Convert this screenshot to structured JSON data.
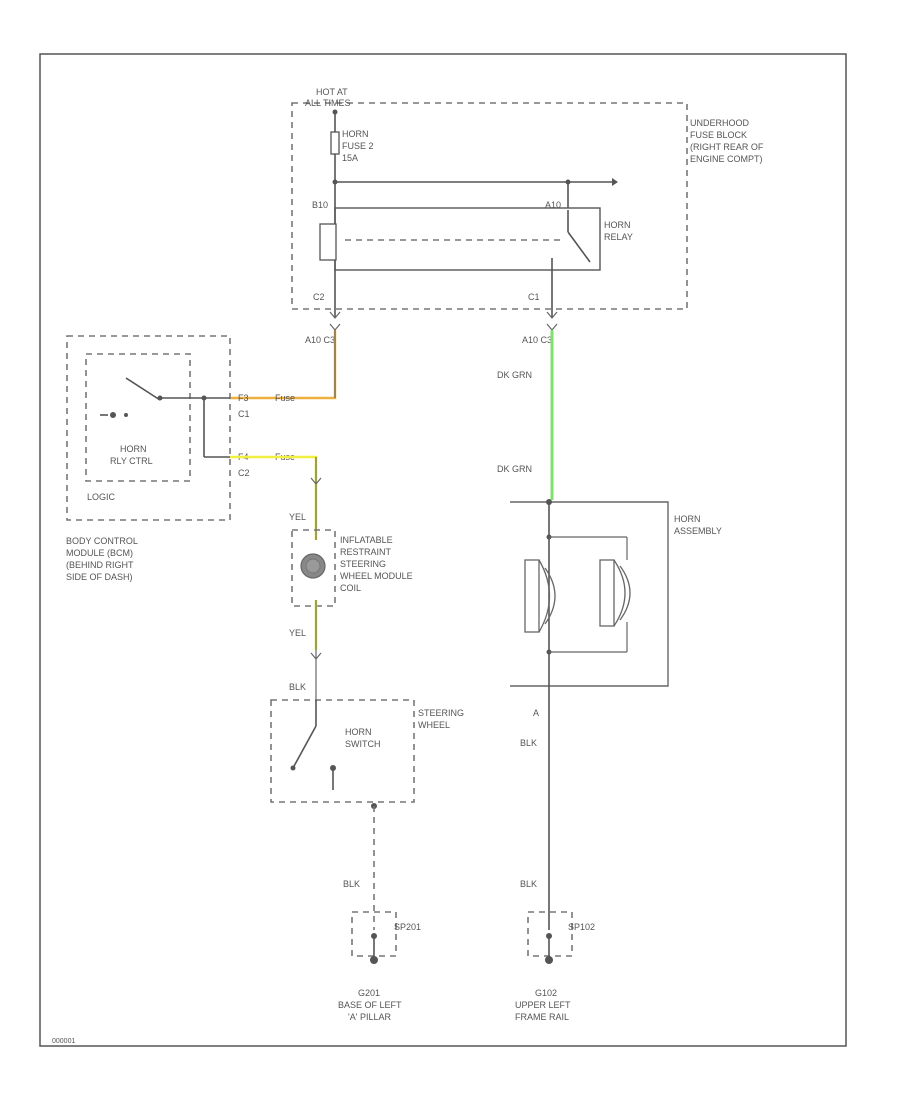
{
  "colors": {
    "wire": "#555555",
    "orange_wire": "#f0b040",
    "yellow_wire": "#f0f040",
    "green_wire": "#80e070",
    "border": "#555555"
  },
  "labels": {
    "hot_at_all_times": [
      "HOT AT",
      "ALL TIMES"
    ],
    "horn_fuse": [
      "HORN",
      "FUSE 2",
      "15A"
    ],
    "underhood_fuse_block": [
      "UNDERHOOD",
      "FUSE BLOCK",
      "(RIGHT REAR OF",
      "ENGINE COMPT)"
    ],
    "horn_relay": [
      "HORN",
      "RELAY"
    ],
    "relay_pin_left": "B10",
    "relay_pin_right": "A10",
    "c2_top": "C2",
    "c1_top": "C1",
    "conn_left": "A10  C3",
    "conn_right": "A10  C3",
    "dk_grn_1": "DK GRN",
    "dk_grn_2": "DK GRN",
    "bcm_pin1": "F3",
    "bcm_pin1_conn": "C1",
    "bcm_pin2": "F4",
    "bcm_pin2_conn": "C2",
    "wire_label_1": "Fuse",
    "wire_label_2": "Fuse",
    "horn_rly_ctrl": [
      "HORN",
      "RLY CTRL"
    ],
    "logic": "LOGIC",
    "bcm": [
      "BODY CONTROL",
      "MODULE (BCM)",
      "(BEHIND RIGHT",
      "SIDE OF DASH)"
    ],
    "yel_1": "YEL",
    "yel_2": "YEL",
    "inflatable": [
      "INFLATABLE",
      "RESTRAINT",
      "STEERING",
      "WHEEL MODULE",
      "COIL"
    ],
    "horn_assembly": [
      "HORN",
      "ASSEMBLY"
    ],
    "blk_steer": "BLK",
    "steering_wheel": [
      "STEERING",
      "WHEEL"
    ],
    "horn_switch": [
      "HORN",
      "SWITCH"
    ],
    "pin_a": "A",
    "blk_right_1": "BLK",
    "blk_left_2": "BLK",
    "blk_right_2": "BLK",
    "splice_left": "SP201",
    "splice_right": "SP102",
    "ground_left": [
      "G201",
      "BASE OF LEFT",
      "'A' PILLAR"
    ],
    "ground_right": [
      "G102",
      "UPPER LEFT",
      "FRAME RAIL"
    ],
    "diagram_id": "000001"
  }
}
